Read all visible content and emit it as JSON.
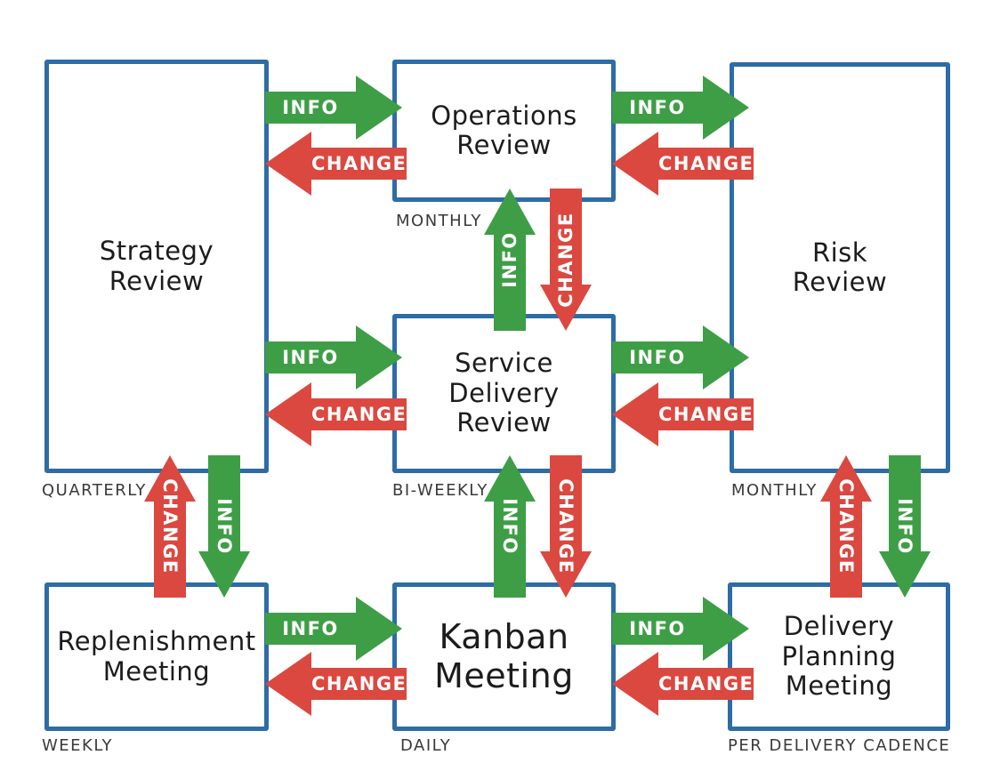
{
  "colors": {
    "box_border": "#2d6ca6",
    "info_green": "#3e9e46",
    "change_red": "#db4840",
    "cadence_text": "#3a3a3a",
    "title_text": "#1c1c1c",
    "arrow_label_text": "#ffffff"
  },
  "boxes": {
    "strategy": {
      "title": "Strategy\nReview",
      "cadence": "QUARTERLY"
    },
    "operations": {
      "title": "Operations\nReview",
      "cadence": "MONTHLY"
    },
    "risk": {
      "title": "Risk\nReview",
      "cadence": "MONTHLY"
    },
    "service_delivery": {
      "title": "Service\nDelivery\nReview",
      "cadence": "BI-WEEKLY"
    },
    "replenishment": {
      "title": "Replenishment\nMeeting",
      "cadence": "WEEKLY"
    },
    "kanban": {
      "title": "Kanban\nMeeting",
      "cadence": "DAILY"
    },
    "delivery_planning": {
      "title": "Delivery\nPlanning\nMeeting",
      "cadence": "PER DELIVERY CADENCE"
    }
  },
  "arrows": [
    {
      "label": "INFO",
      "from": "strategy",
      "to": "operations",
      "direction": "right"
    },
    {
      "label": "CHANGE",
      "from": "operations",
      "to": "strategy",
      "direction": "left"
    },
    {
      "label": "INFO",
      "from": "operations",
      "to": "risk",
      "direction": "right"
    },
    {
      "label": "CHANGE",
      "from": "risk",
      "to": "operations",
      "direction": "left"
    },
    {
      "label": "INFO",
      "from": "strategy",
      "to": "service_delivery",
      "direction": "right"
    },
    {
      "label": "CHANGE",
      "from": "service_delivery",
      "to": "strategy",
      "direction": "left"
    },
    {
      "label": "INFO",
      "from": "service_delivery",
      "to": "risk",
      "direction": "right"
    },
    {
      "label": "CHANGE",
      "from": "risk",
      "to": "service_delivery",
      "direction": "left"
    },
    {
      "label": "INFO",
      "from": "service_delivery",
      "to": "operations",
      "direction": "up"
    },
    {
      "label": "CHANGE",
      "from": "operations",
      "to": "service_delivery",
      "direction": "down"
    },
    {
      "label": "INFO",
      "from": "kanban",
      "to": "service_delivery",
      "direction": "up"
    },
    {
      "label": "CHANGE",
      "from": "service_delivery",
      "to": "kanban",
      "direction": "down"
    },
    {
      "label": "CHANGE",
      "from": "replenishment",
      "to": "strategy",
      "direction": "up"
    },
    {
      "label": "INFO",
      "from": "strategy",
      "to": "replenishment",
      "direction": "down"
    },
    {
      "label": "INFO",
      "from": "replenishment",
      "to": "kanban",
      "direction": "right"
    },
    {
      "label": "CHANGE",
      "from": "kanban",
      "to": "replenishment",
      "direction": "left"
    },
    {
      "label": "INFO",
      "from": "kanban",
      "to": "delivery_planning",
      "direction": "right"
    },
    {
      "label": "CHANGE",
      "from": "delivery_planning",
      "to": "kanban",
      "direction": "left"
    },
    {
      "label": "CHANGE",
      "from": "delivery_planning",
      "to": "risk",
      "direction": "up"
    },
    {
      "label": "INFO",
      "from": "risk",
      "to": "delivery_planning",
      "direction": "down"
    }
  ]
}
